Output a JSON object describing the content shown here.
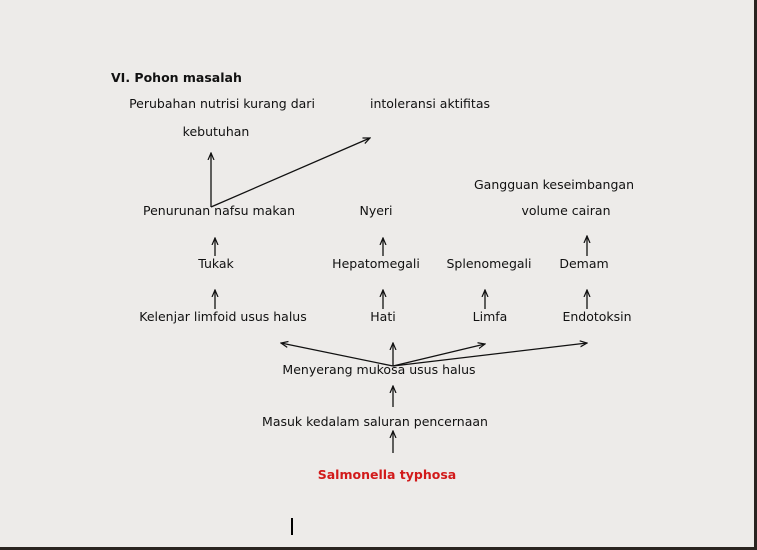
{
  "title": "VI.  Pohon masalah",
  "nodes": {
    "perubahan_1": "Perubahan nutrisi kurang dari",
    "perubahan_2": "kebutuhan",
    "intoleransi": "intoleransi aktifitas",
    "gangguan_1": "Gangguan keseimbangan",
    "gangguan_2": "volume cairan",
    "penurunan": "Penurunan nafsu makan",
    "nyeri": "Nyeri",
    "tukak": "Tukak",
    "hepatomegali": "Hepatomegali",
    "splenomegali": "Splenomegali",
    "demam": "Demam",
    "kelenjar": "Kelenjar limfoid usus halus",
    "hati": "Hati",
    "limfa": "Limfa",
    "endotoksin": "Endotoksin",
    "menyerang": "Menyerang mukosa usus halus",
    "masuk": "Masuk kedalam saluran pencernaan",
    "salmonella": "Salmonella typhosa"
  },
  "colors": {
    "root": "#d21a1a",
    "text": "#111111",
    "background": "#edebe9"
  }
}
